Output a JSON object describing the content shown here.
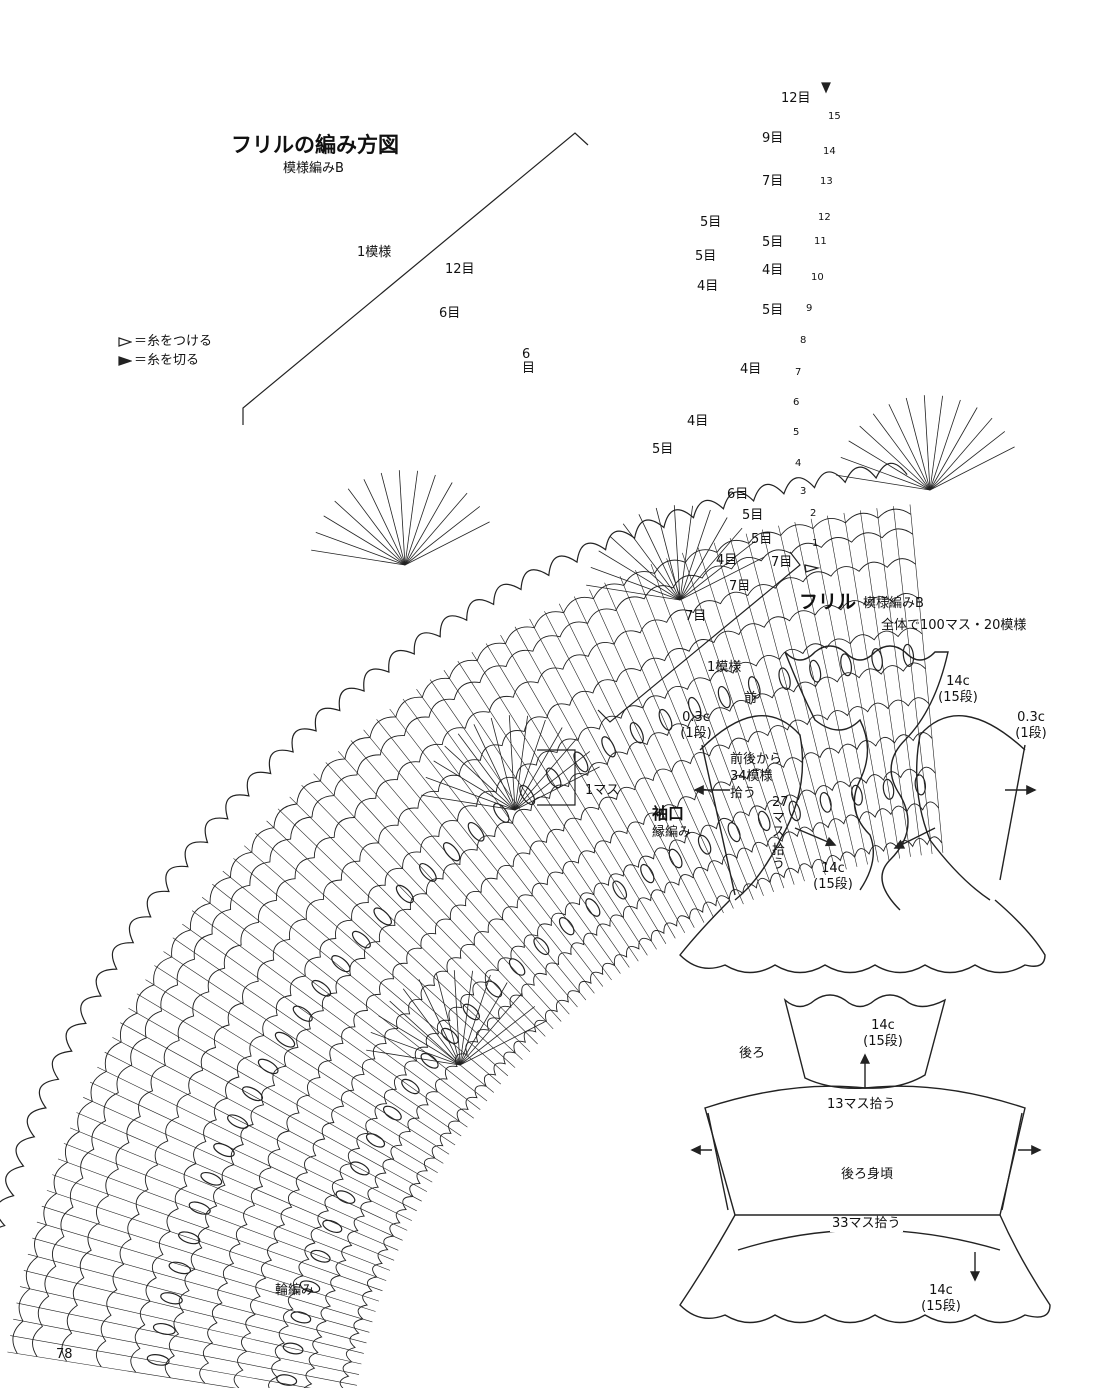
{
  "chart": {
    "title": "フリルの編み方図",
    "subtitle": "模様編みB",
    "pattern_repeat_top": "1模様",
    "pattern_repeat_mid": "1模様",
    "one_stitch": "1マス",
    "ring_label": "輪編み",
    "legend": {
      "attach": "＝糸をつける",
      "cut": "＝糸を切る"
    },
    "stitch_labels_left": [
      "12目",
      "6目",
      "6目"
    ],
    "stitch_labels_center": [
      "12目",
      "9目",
      "7目",
      "5目",
      "5目",
      "5目",
      "4目",
      "4目",
      "5目",
      "4目",
      "6目",
      "5目",
      "5目",
      "4目",
      "7目",
      "7目",
      "7目"
    ],
    "row_numbers": [
      "15",
      "14",
      "13",
      "12",
      "11",
      "10",
      "9",
      "8",
      "7",
      "6",
      "5",
      "4",
      "3",
      "2",
      "1"
    ]
  },
  "schematic": {
    "title": "フリル",
    "subtitle": "模様編みB",
    "total": "全体で100マス・20模様",
    "front": {
      "label": "前",
      "frill_size": "14c",
      "frill_rows": "(15段)",
      "edge_left": "0.3c",
      "edge_left_rows": "(1段)",
      "edge_right": "0.3c",
      "edge_right_rows": "(1段)",
      "pick_line1": "前後から",
      "pick_line2": "34模様",
      "pick_line3": "拾う",
      "cuff_title": "袖口",
      "cuff_sub": "縁編み",
      "pick_27a": "27",
      "pick_27b": "マス",
      "pick_27c": "拾う",
      "lower_size": "14c",
      "lower_rows": "(15段)"
    },
    "back": {
      "label": "後ろ",
      "top_size": "14c",
      "top_rows": "(15段)",
      "pick_13": "13マス拾う",
      "body_label": "後ろ身頃",
      "pick_33": "33マス拾う",
      "bottom_size": "14c",
      "bottom_rows": "(15段)"
    }
  },
  "page_number": "78"
}
